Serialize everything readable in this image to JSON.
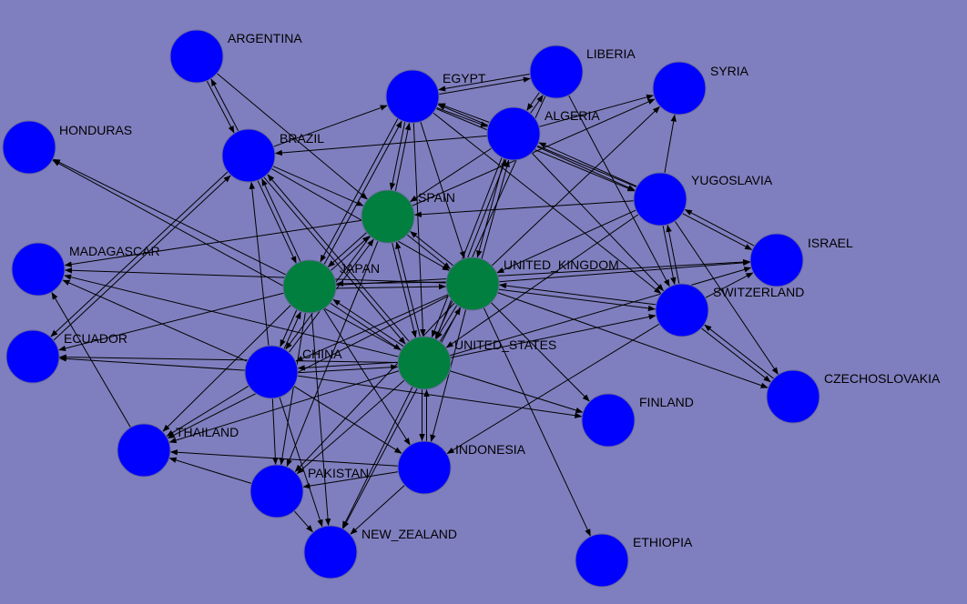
{
  "colors": {
    "background": "#7f7fbf",
    "edge": "#000000",
    "node_core": "#007f3f",
    "node_peripheral": "#0000ff"
  },
  "nodes": [
    {
      "id": "ARGENTINA",
      "label": "ARGENTINA",
      "group": "peripheral"
    },
    {
      "id": "HONDURAS",
      "label": "HONDURAS",
      "group": "peripheral"
    },
    {
      "id": "BRAZIL",
      "label": "BRAZIL",
      "group": "peripheral"
    },
    {
      "id": "EGYPT",
      "label": "EGYPT",
      "group": "peripheral"
    },
    {
      "id": "LIBERIA",
      "label": "LIBERIA",
      "group": "peripheral"
    },
    {
      "id": "SYRIA",
      "label": "SYRIA",
      "group": "peripheral"
    },
    {
      "id": "ALGERIA",
      "label": "ALGERIA",
      "group": "peripheral"
    },
    {
      "id": "SPAIN",
      "label": "SPAIN",
      "group": "core"
    },
    {
      "id": "YUGOSLAVIA",
      "label": "YUGOSLAVIA",
      "group": "peripheral"
    },
    {
      "id": "MADAGASCAR",
      "label": "MADAGASCAR",
      "group": "peripheral"
    },
    {
      "id": "JAPAN",
      "label": "JAPAN",
      "group": "core"
    },
    {
      "id": "UNITED_KINGDOM",
      "label": "UNITED_KINGDOM",
      "group": "core"
    },
    {
      "id": "ISRAEL",
      "label": "ISRAEL",
      "group": "peripheral"
    },
    {
      "id": "SWITZERLAND",
      "label": "SWITZERLAND",
      "group": "peripheral"
    },
    {
      "id": "ECUADOR",
      "label": "ECUADOR",
      "group": "peripheral"
    },
    {
      "id": "CHINA",
      "label": "CHINA",
      "group": "peripheral"
    },
    {
      "id": "UNITED_STATES",
      "label": "UNITED_STATES",
      "group": "core"
    },
    {
      "id": "CZECHOSLOVAKIA",
      "label": "CZECHOSLOVAKIA",
      "group": "peripheral"
    },
    {
      "id": "FINLAND",
      "label": "FINLAND",
      "group": "peripheral"
    },
    {
      "id": "THAILAND",
      "label": "THAILAND",
      "group": "peripheral"
    },
    {
      "id": "INDONESIA",
      "label": "INDONESIA",
      "group": "peripheral"
    },
    {
      "id": "PAKISTAN",
      "label": "PAKISTAN",
      "group": "peripheral"
    },
    {
      "id": "NEW_ZEALAND",
      "label": "NEW_ZEALAND",
      "group": "peripheral"
    },
    {
      "id": "ETHIOPIA",
      "label": "ETHIOPIA",
      "group": "peripheral"
    }
  ],
  "edges": [
    [
      "ARGENTINA",
      "BRAZIL"
    ],
    [
      "BRAZIL",
      "ARGENTINA"
    ],
    [
      "ARGENTINA",
      "SPAIN"
    ],
    [
      "BRAZIL",
      "EGYPT"
    ],
    [
      "ALGERIA",
      "BRAZIL"
    ],
    [
      "BRAZIL",
      "JAPAN"
    ],
    [
      "JAPAN",
      "BRAZIL"
    ],
    [
      "BRAZIL",
      "UNITED_KINGDOM"
    ],
    [
      "BRAZIL",
      "UNITED_STATES"
    ],
    [
      "UNITED_STATES",
      "BRAZIL"
    ],
    [
      "BRAZIL",
      "SPAIN"
    ],
    [
      "CHINA",
      "BRAZIL"
    ],
    [
      "BRAZIL",
      "ECUADOR"
    ],
    [
      "EGYPT",
      "LIBERIA"
    ],
    [
      "LIBERIA",
      "EGYPT"
    ],
    [
      "EGYPT",
      "YUGOSLAVIA"
    ],
    [
      "YUGOSLAVIA",
      "EGYPT"
    ],
    [
      "EGYPT",
      "SPAIN"
    ],
    [
      "SPAIN",
      "EGYPT"
    ],
    [
      "EGYPT",
      "JAPAN"
    ],
    [
      "JAPAN",
      "EGYPT"
    ],
    [
      "EGYPT",
      "UNITED_STATES"
    ],
    [
      "EGYPT",
      "UNITED_KINGDOM"
    ],
    [
      "EGYPT",
      "ALGERIA"
    ],
    [
      "ALGERIA",
      "EGYPT"
    ],
    [
      "EGYPT",
      "SWITZERLAND"
    ],
    [
      "LIBERIA",
      "ALGERIA"
    ],
    [
      "ALGERIA",
      "LIBERIA"
    ],
    [
      "LIBERIA",
      "UNITED_STATES"
    ],
    [
      "LIBERIA",
      "SWITZERLAND"
    ],
    [
      "ALGERIA",
      "SYRIA"
    ],
    [
      "SPAIN",
      "SYRIA"
    ],
    [
      "YUGOSLAVIA",
      "SYRIA"
    ],
    [
      "UNITED_KINGDOM",
      "SYRIA"
    ],
    [
      "ALGERIA",
      "YUGOSLAVIA"
    ],
    [
      "YUGOSLAVIA",
      "ALGERIA"
    ],
    [
      "ALGERIA",
      "SPAIN"
    ],
    [
      "ALGERIA",
      "UNITED_KINGDOM"
    ],
    [
      "UNITED_KINGDOM",
      "ALGERIA"
    ],
    [
      "ALGERIA",
      "UNITED_STATES"
    ],
    [
      "UNITED_STATES",
      "ALGERIA"
    ],
    [
      "ALGERIA",
      "SWITZERLAND"
    ],
    [
      "YUGOSLAVIA",
      "SPAIN"
    ],
    [
      "YUGOSLAVIA",
      "UNITED_KINGDOM"
    ],
    [
      "YUGOSLAVIA",
      "ISRAEL"
    ],
    [
      "ISRAEL",
      "YUGOSLAVIA"
    ],
    [
      "YUGOSLAVIA",
      "SWITZERLAND"
    ],
    [
      "SWITZERLAND",
      "YUGOSLAVIA"
    ],
    [
      "YUGOSLAVIA",
      "CZECHOSLOVAKIA"
    ],
    [
      "YUGOSLAVIA",
      "UNITED_STATES"
    ],
    [
      "SPAIN",
      "JAPAN"
    ],
    [
      "JAPAN",
      "SPAIN"
    ],
    [
      "SPAIN",
      "UNITED_KINGDOM"
    ],
    [
      "UNITED_KINGDOM",
      "SPAIN"
    ],
    [
      "SPAIN",
      "UNITED_STATES"
    ],
    [
      "UNITED_STATES",
      "SPAIN"
    ],
    [
      "SPAIN",
      "MADAGASCAR"
    ],
    [
      "SPAIN",
      "CHINA"
    ],
    [
      "CHINA",
      "SPAIN"
    ],
    [
      "SPAIN",
      "PAKISTAN"
    ],
    [
      "JAPAN",
      "UNITED_KINGDOM"
    ],
    [
      "UNITED_KINGDOM",
      "JAPAN"
    ],
    [
      "JAPAN",
      "UNITED_STATES"
    ],
    [
      "UNITED_STATES",
      "JAPAN"
    ],
    [
      "JAPAN",
      "ECUADOR"
    ],
    [
      "JAPAN",
      "CHINA"
    ],
    [
      "CHINA",
      "JAPAN"
    ],
    [
      "JAPAN",
      "THAILAND"
    ],
    [
      "JAPAN",
      "PAKISTAN"
    ],
    [
      "JAPAN",
      "NEW_ZEALAND"
    ],
    [
      "JAPAN",
      "INDONESIA"
    ],
    [
      "JAPAN",
      "HONDURAS"
    ],
    [
      "JAPAN",
      "ISRAEL"
    ],
    [
      "UNITED_KINGDOM",
      "UNITED_STATES"
    ],
    [
      "UNITED_STATES",
      "UNITED_KINGDOM"
    ],
    [
      "UNITED_KINGDOM",
      "ISRAEL"
    ],
    [
      "UNITED_KINGDOM",
      "SWITZERLAND"
    ],
    [
      "SWITZERLAND",
      "UNITED_KINGDOM"
    ],
    [
      "UNITED_KINGDOM",
      "CZECHOSLOVAKIA"
    ],
    [
      "UNITED_KINGDOM",
      "FINLAND"
    ],
    [
      "UNITED_KINGDOM",
      "ETHIOPIA"
    ],
    [
      "UNITED_KINGDOM",
      "MADAGASCAR"
    ],
    [
      "UNITED_KINGDOM",
      "CHINA"
    ],
    [
      "UNITED_KINGDOM",
      "INDONESIA"
    ],
    [
      "UNITED_KINGDOM",
      "NEW_ZEALAND"
    ],
    [
      "UNITED_KINGDOM",
      "PAKISTAN"
    ],
    [
      "UNITED_KINGDOM",
      "THAILAND"
    ],
    [
      "UNITED_STATES",
      "MADAGASCAR"
    ],
    [
      "UNITED_STATES",
      "ECUADOR"
    ],
    [
      "UNITED_STATES",
      "CHINA"
    ],
    [
      "CHINA",
      "UNITED_STATES"
    ],
    [
      "UNITED_STATES",
      "THAILAND"
    ],
    [
      "UNITED_STATES",
      "PAKISTAN"
    ],
    [
      "UNITED_STATES",
      "NEW_ZEALAND"
    ],
    [
      "UNITED_STATES",
      "INDONESIA"
    ],
    [
      "INDONESIA",
      "UNITED_STATES"
    ],
    [
      "UNITED_STATES",
      "FINLAND"
    ],
    [
      "UNITED_STATES",
      "ISRAEL"
    ],
    [
      "UNITED_STATES",
      "SWITZERLAND"
    ],
    [
      "UNITED_STATES",
      "HONDURAS"
    ],
    [
      "SWITZERLAND",
      "ISRAEL"
    ],
    [
      "SWITZERLAND",
      "CZECHOSLOVAKIA"
    ],
    [
      "CZECHOSLOVAKIA",
      "SWITZERLAND"
    ],
    [
      "SWITZERLAND",
      "INDONESIA"
    ],
    [
      "CHINA",
      "ECUADOR"
    ],
    [
      "CHINA",
      "MADAGASCAR"
    ],
    [
      "CHINA",
      "THAILAND"
    ],
    [
      "CHINA",
      "PAKISTAN"
    ],
    [
      "CHINA",
      "NEW_ZEALAND"
    ],
    [
      "CHINA",
      "FINLAND"
    ],
    [
      "CHINA",
      "INDONESIA"
    ],
    [
      "THAILAND",
      "MADAGASCAR"
    ],
    [
      "INDONESIA",
      "THAILAND"
    ],
    [
      "PAKISTAN",
      "THAILAND"
    ],
    [
      "INDONESIA",
      "PAKISTAN"
    ],
    [
      "INDONESIA",
      "NEW_ZEALAND"
    ],
    [
      "PAKISTAN",
      "NEW_ZEALAND"
    ],
    [
      "ECUADOR",
      "BRAZIL"
    ]
  ]
}
